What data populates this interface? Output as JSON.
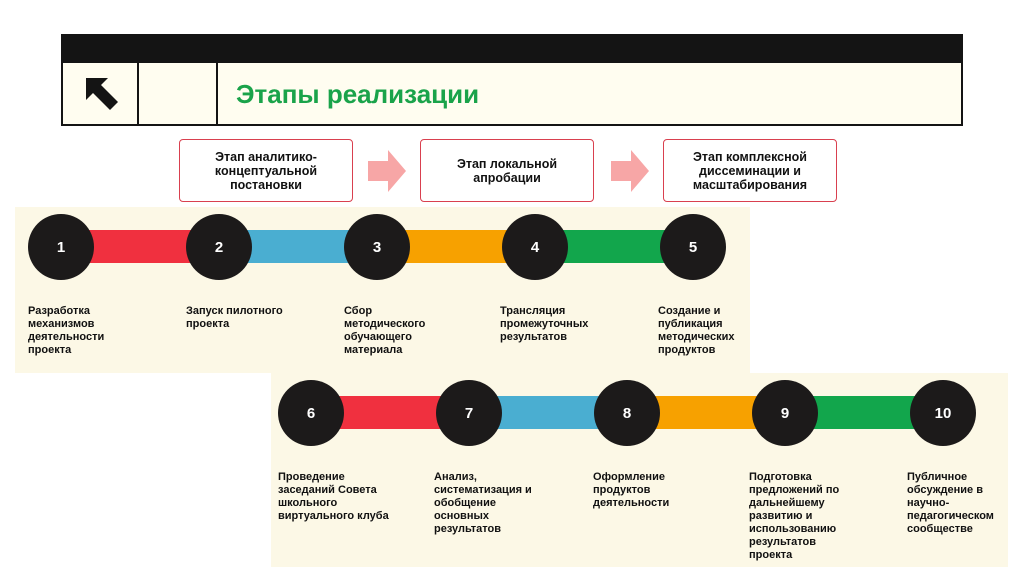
{
  "header": {
    "title": "Этапы реализации",
    "arrow_icon": "arrow-up-left-icon"
  },
  "stages": [
    {
      "label": "Этап аналитико-концептуальной постановки"
    },
    {
      "label": "Этап локальной апробации"
    },
    {
      "label": "Этап комплексной диссеминации и масштабирования"
    }
  ],
  "colors": {
    "title_green": "#1aa34a",
    "red": "#f0303f",
    "blue": "#4aaed1",
    "orange": "#f7a100",
    "green": "#12a64c",
    "stage_arrow": "#f7a6a6",
    "stage_border": "#d9404f",
    "panel": "#fcf8e6",
    "circle": "#1c1a1a"
  },
  "steps": [
    {
      "number": "1",
      "label": "Разработка механизмов деятельности проекта"
    },
    {
      "number": "2",
      "label": "Запуск пилотного проекта"
    },
    {
      "number": "3",
      "label": "Сбор методического обучающего материала"
    },
    {
      "number": "4",
      "label": "Трансляция промежуточных результатов"
    },
    {
      "number": "5",
      "label": "Создание и публикация методических продуктов"
    },
    {
      "number": "6",
      "label": "Проведение заседаний Совета школьного виртуального клуба"
    },
    {
      "number": "7",
      "label": "Анализ, систематизация и обобщение основных результатов"
    },
    {
      "number": "8",
      "label": "Оформление продуктов деятельности"
    },
    {
      "number": "9",
      "label": "Подготовка предложений по дальнейшему развитию и использованию результатов проекта"
    },
    {
      "number": "10",
      "label": "Публичное обсуждение в научно-педагогическом сообществе"
    }
  ]
}
